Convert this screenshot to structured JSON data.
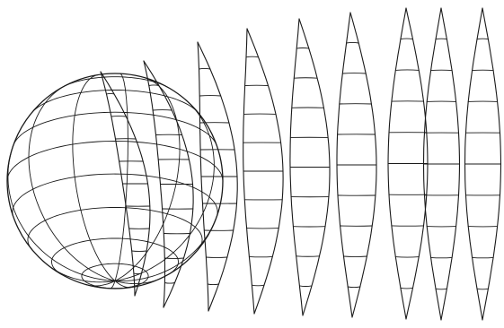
{
  "figure": {
    "background": "#ffffff",
    "ink": "#1a1a1a",
    "globe": {
      "meridians": 12,
      "parallels": 9
    },
    "gores": {
      "count": 9,
      "parallels_per_gore": 9
    }
  }
}
